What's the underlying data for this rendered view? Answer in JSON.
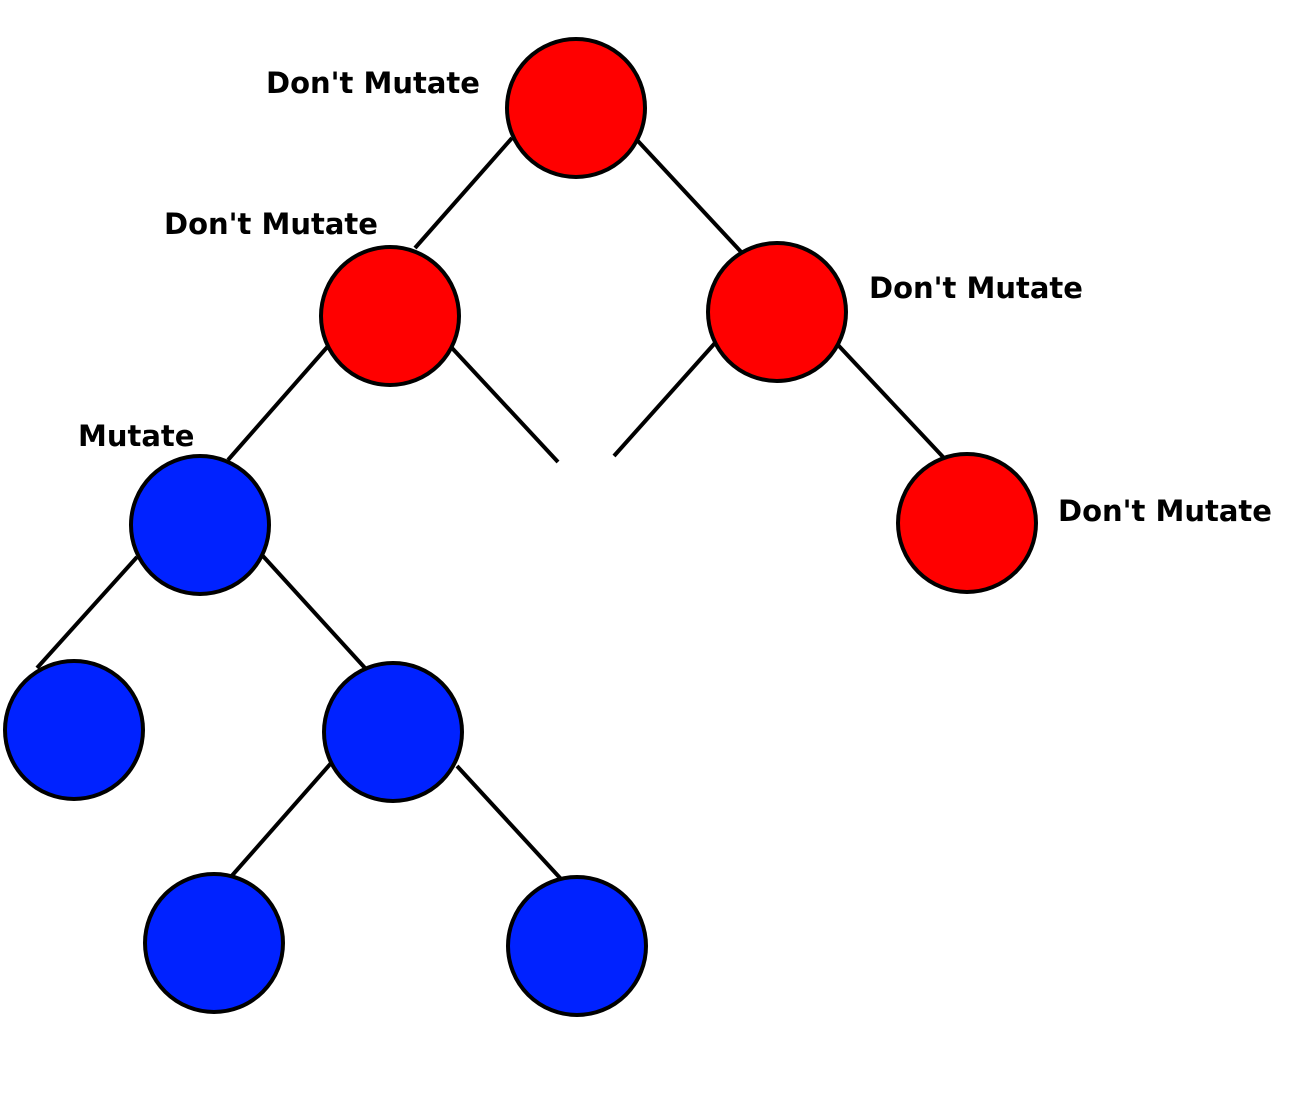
{
  "colors": {
    "mutate": "#0022ff",
    "dont_mutate": "#ff0000",
    "edge": "#000000",
    "background": "#ffffff"
  },
  "labels": {
    "dont_mutate": "Don't  Mutate",
    "mutate": "Mutate"
  },
  "tree": {
    "nodes": [
      {
        "id": "root",
        "state": "dont_mutate",
        "label": "Don't  Mutate"
      },
      {
        "id": "left",
        "state": "dont_mutate",
        "label": "Don't  Mutate"
      },
      {
        "id": "right",
        "state": "dont_mutate",
        "label": "Don't  Mutate"
      },
      {
        "id": "left-left",
        "state": "mutate",
        "label": "Mutate"
      },
      {
        "id": "right-right",
        "state": "dont_mutate",
        "label": "Don't  Mutate"
      },
      {
        "id": "left-left-left",
        "state": "mutate",
        "label": ""
      },
      {
        "id": "left-left-right",
        "state": "mutate",
        "label": ""
      },
      {
        "id": "left-left-right-left",
        "state": "mutate",
        "label": ""
      },
      {
        "id": "left-left-right-right",
        "state": "mutate",
        "label": ""
      }
    ],
    "edges": [
      {
        "from": "root",
        "to": "left"
      },
      {
        "from": "root",
        "to": "right"
      },
      {
        "from": "left",
        "to": "left-left"
      },
      {
        "from": "left",
        "to": "left-right-stub"
      },
      {
        "from": "right",
        "to": "right-left-stub"
      },
      {
        "from": "right",
        "to": "right-right"
      },
      {
        "from": "left-left",
        "to": "left-left-left"
      },
      {
        "from": "left-left",
        "to": "left-left-right"
      },
      {
        "from": "left-left-right",
        "to": "left-left-right-left"
      },
      {
        "from": "left-left-right",
        "to": "left-left-right-right"
      }
    ]
  }
}
